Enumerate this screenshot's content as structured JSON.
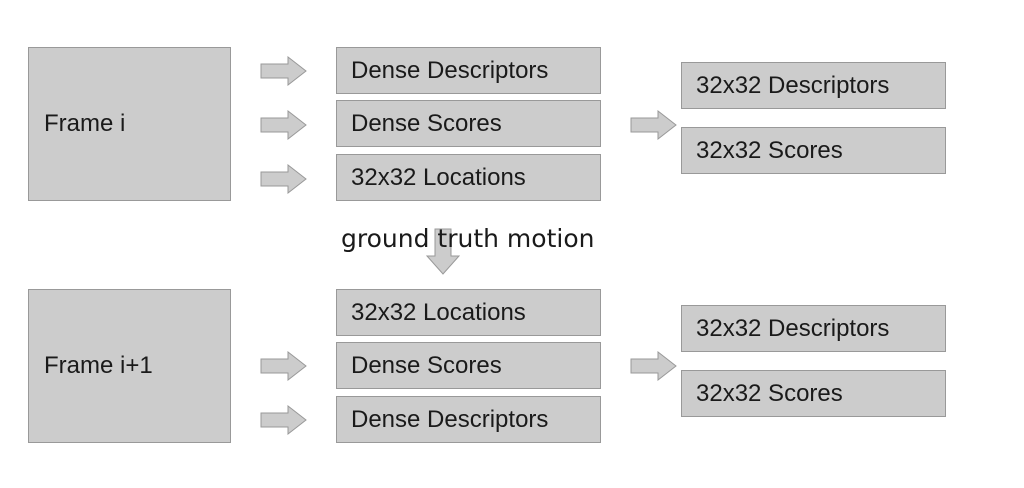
{
  "diagram": {
    "top": {
      "frame_label": "Frame i",
      "inputs": [
        "Dense Descriptors",
        "Dense Scores",
        "32x32 Locations"
      ],
      "outputs": [
        "32x32 Descriptors",
        "32x32 Scores"
      ]
    },
    "link_label": "ground truth motion",
    "bottom": {
      "frame_label": "Frame i+1",
      "inputs": [
        "32x32 Locations",
        "Dense Scores",
        "Dense Descriptors"
      ],
      "outputs": [
        "32x32 Descriptors",
        "32x32 Scores"
      ]
    }
  },
  "colors": {
    "box_fill": "#cccccc",
    "box_border": "#999999",
    "arrow_fill": "#cccccc",
    "arrow_border": "#999999",
    "text": "#1a1a1a"
  }
}
